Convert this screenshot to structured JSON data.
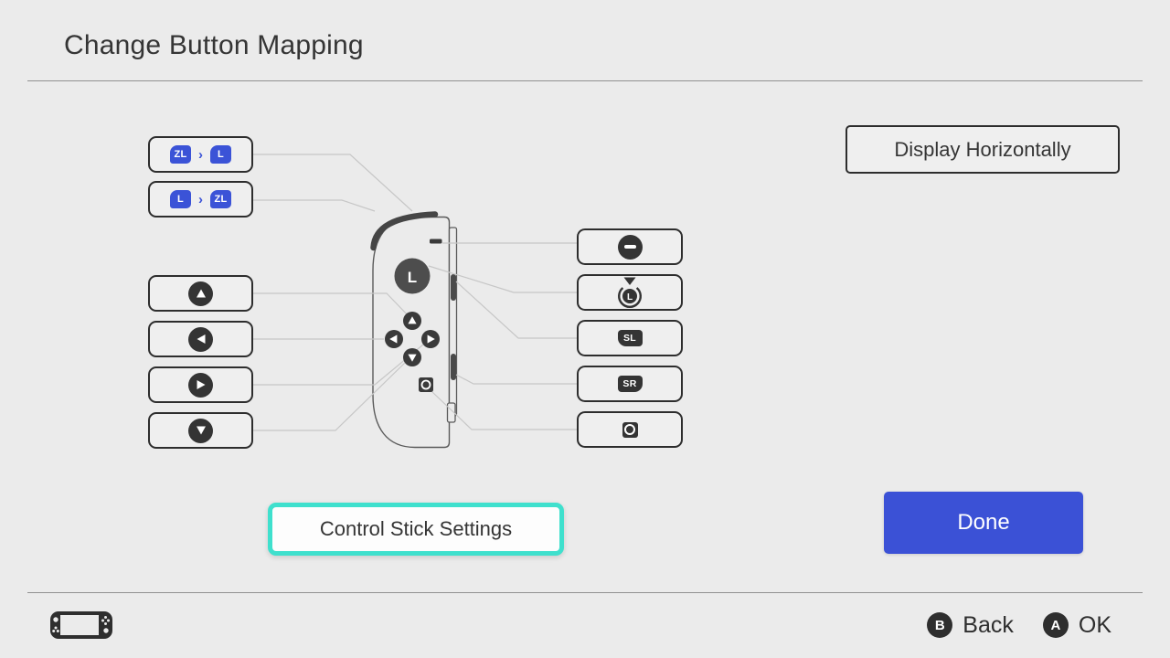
{
  "colors": {
    "background": "#ebebeb",
    "foreground": "#2e2e2e",
    "accent_blue": "#3b53d7",
    "focus_teal": "#3fe0cd",
    "connector_line": "#c7c7c7",
    "button_fill": "#efefef",
    "panel_white": "#fdfdfd"
  },
  "header": {
    "title": "Change Button Mapping"
  },
  "display_button": {
    "label": "Display Horizontally"
  },
  "left_mappings": [
    {
      "type": "remap",
      "from": "ZL",
      "to": "L"
    },
    {
      "type": "remap",
      "from": "L",
      "to": "ZL"
    },
    {
      "type": "icon",
      "icon": "dpad-up"
    },
    {
      "type": "icon",
      "icon": "dpad-left"
    },
    {
      "type": "icon",
      "icon": "dpad-right"
    },
    {
      "type": "icon",
      "icon": "dpad-down"
    }
  ],
  "right_mappings": [
    {
      "icon": "minus-button"
    },
    {
      "icon": "stick-press",
      "label": "L"
    },
    {
      "icon": "sl-button",
      "label": "SL"
    },
    {
      "icon": "sr-button",
      "label": "SR"
    },
    {
      "icon": "capture-button"
    }
  ],
  "icons": {
    "remap_arrow": "›"
  },
  "joycon": {
    "stick_label": "L"
  },
  "stick_settings_button": {
    "label": "Control Stick Settings"
  },
  "done_button": {
    "label": "Done"
  },
  "footer": {
    "back_key": "B",
    "back_label": "Back",
    "ok_key": "A",
    "ok_label": "OK"
  }
}
